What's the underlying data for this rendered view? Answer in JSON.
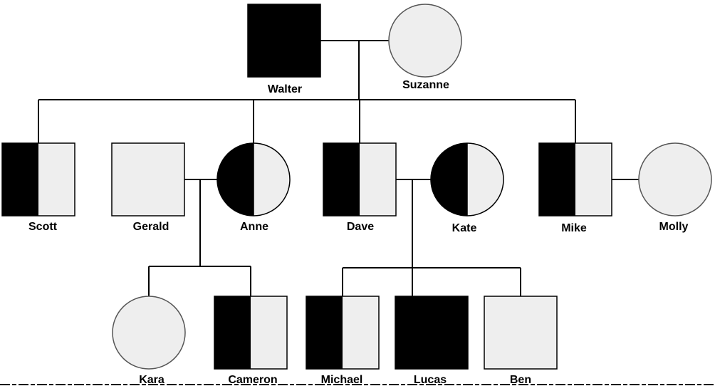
{
  "legend_colors": {
    "affected": "#000000",
    "unaffected": "#eeeeee"
  },
  "people": [
    {
      "id": "walter",
      "name": "Walter",
      "sex": "male",
      "status": "affected"
    },
    {
      "id": "suzanne",
      "name": "Suzanne",
      "sex": "female",
      "status": "unaffected"
    },
    {
      "id": "scott",
      "name": "Scott",
      "sex": "male",
      "status": "carrier"
    },
    {
      "id": "gerald",
      "name": "Gerald",
      "sex": "male",
      "status": "unaffected"
    },
    {
      "id": "anne",
      "name": "Anne",
      "sex": "female",
      "status": "carrier"
    },
    {
      "id": "dave",
      "name": "Dave",
      "sex": "male",
      "status": "carrier"
    },
    {
      "id": "kate",
      "name": "Kate",
      "sex": "female",
      "status": "carrier"
    },
    {
      "id": "mike",
      "name": "Mike",
      "sex": "male",
      "status": "carrier"
    },
    {
      "id": "molly",
      "name": "Molly",
      "sex": "female",
      "status": "unaffected"
    },
    {
      "id": "kara",
      "name": "Kara",
      "sex": "female",
      "status": "unaffected"
    },
    {
      "id": "cameron",
      "name": "Cameron",
      "sex": "male",
      "status": "carrier"
    },
    {
      "id": "michael",
      "name": "Michael",
      "sex": "male",
      "status": "carrier"
    },
    {
      "id": "lucas",
      "name": "Lucas",
      "sex": "male",
      "status": "affected"
    },
    {
      "id": "ben",
      "name": "Ben",
      "sex": "male",
      "status": "unaffected"
    }
  ],
  "couples": [
    {
      "partners": [
        "walter",
        "suzanne"
      ],
      "children": [
        "scott",
        "anne",
        "dave",
        "mike"
      ]
    },
    {
      "partners": [
        "gerald",
        "anne"
      ],
      "children": [
        "kara",
        "cameron"
      ]
    },
    {
      "partners": [
        "dave",
        "kate"
      ],
      "children": [
        "michael",
        "lucas",
        "ben"
      ]
    },
    {
      "partners": [
        "mike",
        "molly"
      ],
      "children": []
    }
  ]
}
